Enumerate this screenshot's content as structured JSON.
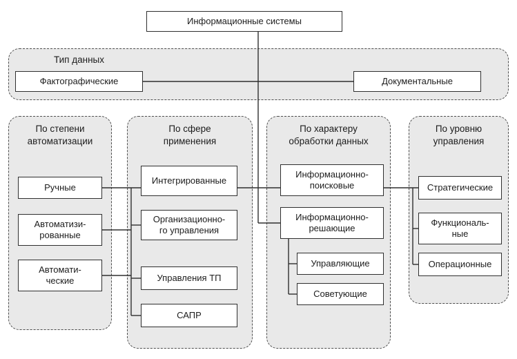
{
  "colors": {
    "group_fill": "#e9e9e9",
    "line_color": "#2e2e2e",
    "box_border": "#2e2e2e",
    "box_fill": "#ffffff"
  },
  "root": {
    "label": "Информационные системы"
  },
  "type_band": {
    "label": "Тип данных",
    "items": [
      {
        "label": "Фактографические"
      },
      {
        "label": "Документальные"
      }
    ]
  },
  "groups": [
    {
      "label": "По степени\nавтоматизации",
      "items": [
        {
          "label": "Ручные"
        },
        {
          "label": "Автоматизи-\nрованные"
        },
        {
          "label": "Автомати-\nческие"
        }
      ]
    },
    {
      "label": "По сфере\nприменения",
      "items": [
        {
          "label": "Интегрированные"
        },
        {
          "label": "Организационно-\nго управления"
        },
        {
          "label": "Управления ТП"
        },
        {
          "label": "САПР"
        }
      ]
    },
    {
      "label": "По характеру\nобработки данных",
      "items": [
        {
          "label": "Информационно-\nпоисковые"
        },
        {
          "label": "Информационно-\nрешающие"
        },
        {
          "label": "Управляющие"
        },
        {
          "label": "Советующие"
        }
      ]
    },
    {
      "label": "По уровню\nуправления",
      "items": [
        {
          "label": "Стратегические"
        },
        {
          "label": "Функциональ-\nные"
        },
        {
          "label": "Операционные"
        }
      ]
    }
  ]
}
